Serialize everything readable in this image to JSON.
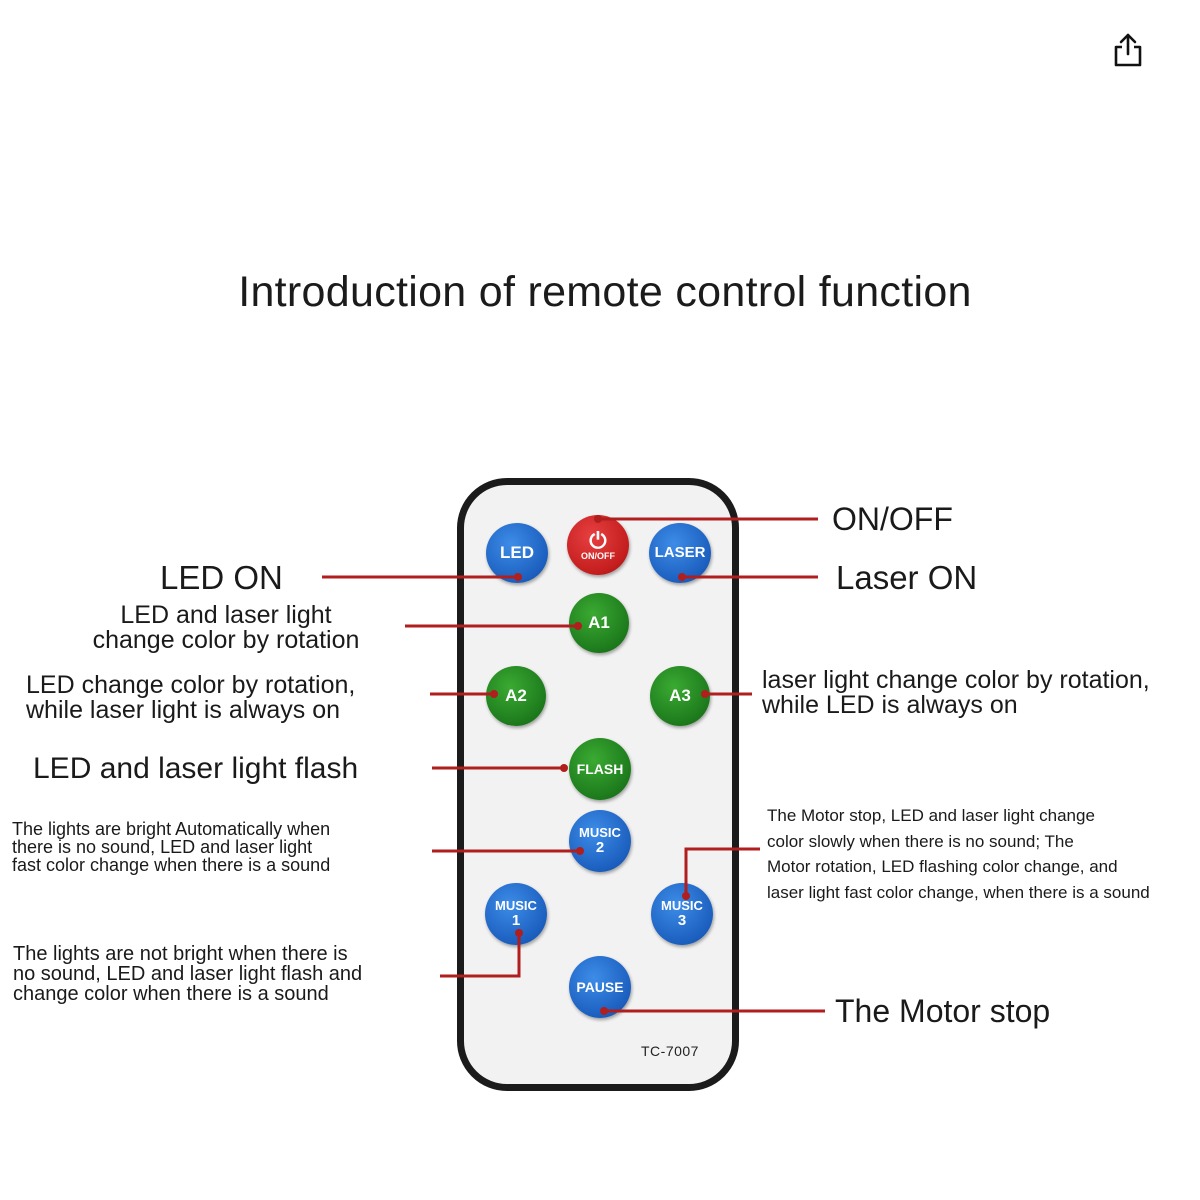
{
  "title": "Introduction of remote control function",
  "model": "TC-7007",
  "colors": {
    "line": "#b01e1e",
    "blue": "#1c5fbf",
    "green": "#1d7a1c",
    "red": "#c31d1d"
  },
  "buttons": {
    "led": "LED",
    "onoff_top": "⏻",
    "onoff_sub": "ON/OFF",
    "laser": "LASER",
    "a1": "A1",
    "a2": "A2",
    "a3": "A3",
    "flash": "FLASH",
    "music2_top": "MUSIC",
    "music2_num": "2",
    "music1_top": "MUSIC",
    "music1_num": "1",
    "music3_top": "MUSIC",
    "music3_num": "3",
    "pause": "PAUSE"
  },
  "labels": {
    "onoff": "ON/OFF",
    "led_on": "LED ON",
    "laser_on": "Laser ON",
    "a1": [
      "LED and laser light",
      "change color by rotation"
    ],
    "a2": [
      "LED change color by rotation,",
      "while laser light is always on"
    ],
    "a3": [
      "laser light change color by rotation,",
      "while LED is always on"
    ],
    "flash": "LED and laser light flash",
    "music2": [
      "The lights are bright Automatically when",
      "there is no sound, LED and laser light",
      "fast color change when there is a sound"
    ],
    "music3": [
      "The Motor stop, LED and laser light change",
      "color slowly when there is no sound; The",
      "Motor rotation, LED flashing color change, and",
      "laser light fast color change, when there is a sound"
    ],
    "music1": [
      "The lights are not bright when there is",
      "no sound, LED and laser light flash and",
      "change color when there is a sound"
    ],
    "pause": "The Motor stop"
  }
}
